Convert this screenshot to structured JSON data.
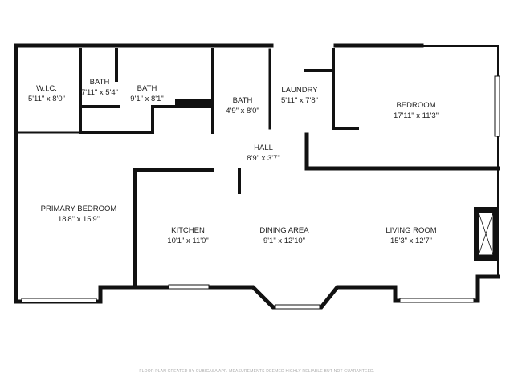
{
  "rooms": [
    {
      "name": "W.I.C.",
      "size": "5'11\" x 8'0\""
    },
    {
      "name": "BATH",
      "size": "7'11\" x 5'4\""
    },
    {
      "name": "BATH",
      "size": "9'1\" x 8'1\""
    },
    {
      "name": "BATH",
      "size": "4'9\" x 8'0\""
    },
    {
      "name": "LAUNDRY",
      "size": "5'11\" x 7'8\""
    },
    {
      "name": "BEDROOM",
      "size": "17'11\" x 11'3\""
    },
    {
      "name": "HALL",
      "size": "8'9\" x 3'7\""
    },
    {
      "name": "PRIMARY BEDROOM",
      "size": "18'8\" x 15'9\""
    },
    {
      "name": "KITCHEN",
      "size": "10'1\" x 11'0\""
    },
    {
      "name": "DINING AREA",
      "size": "9'1\" x 12'10\""
    },
    {
      "name": "LIVING ROOM",
      "size": "15'3\" x 12'7\""
    }
  ],
  "footer": "FLOOR PLAN CREATED BY CUBICASA APP. MEASUREMENTS DEEMED HIGHLY RELIABLE BUT NOT GUARANTEED.",
  "colors": {
    "wall": "#111111",
    "window": "#ffffff",
    "footer_text": "#aaaaaa"
  }
}
